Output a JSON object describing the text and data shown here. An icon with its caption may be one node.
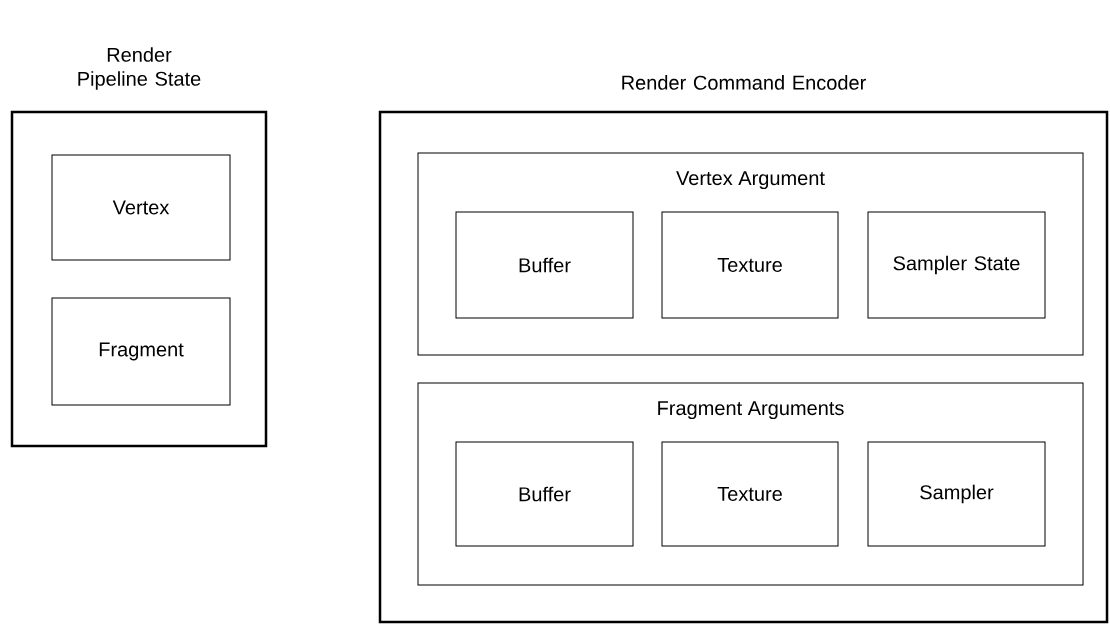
{
  "diagram": {
    "nodes": [
      {
        "text": [
          "Render Pipeline State"
        ]
      },
      {
        "text": [
          "Vertex"
        ],
        "in": 0
      },
      {
        "text": [
          "Fragment"
        ],
        "in": 0
      },
      {
        "text": [
          "Render Command Encoder"
        ]
      },
      {
        "text": [
          "Vertex Argument"
        ],
        "in": 3
      },
      {
        "text": [
          "Buffer"
        ],
        "in": 4
      },
      {
        "text": [
          "Texture"
        ],
        "in": 4
      },
      {
        "text": [
          "Sampler State"
        ],
        "in": 4
      },
      {
        "text": [
          "Fragment Arguments"
        ],
        "in": 3
      },
      {
        "text": [
          "Buffer"
        ],
        "in": 8
      },
      {
        "text": [
          "Texture"
        ],
        "in": 8
      },
      {
        "text": [
          "Sampler"
        ],
        "in": 8
      }
    ]
  }
}
